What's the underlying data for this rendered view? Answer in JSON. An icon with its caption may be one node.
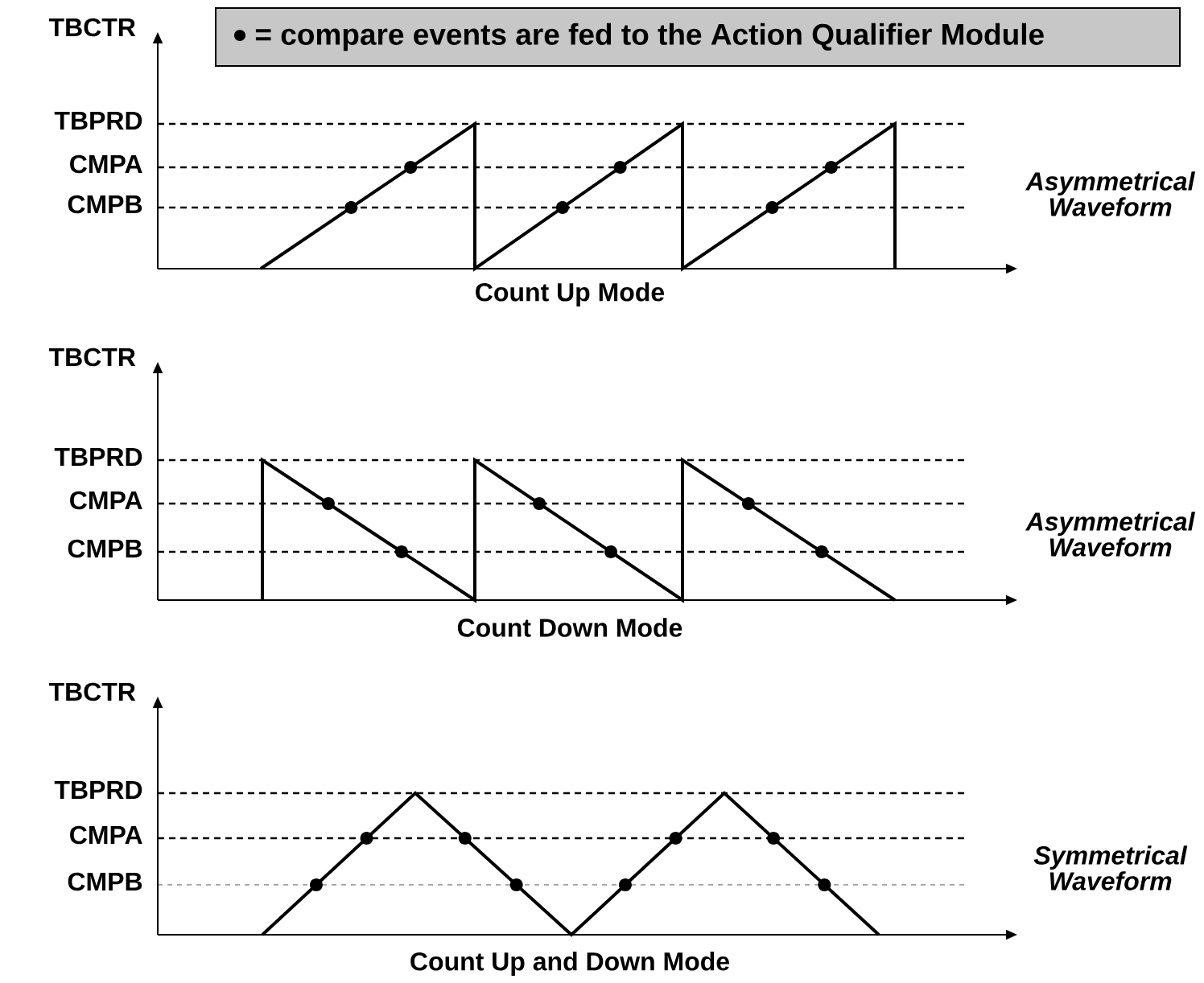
{
  "diagram": {
    "labels": [
      "TBCTR",
      "TBPRD",
      "CMPA",
      "CMPB",
      "Asymmetrical Waveform",
      "Count Up Mode",
      "TBCTR",
      "TBPRD",
      "CMPA",
      "CMPB",
      "Asymmetrical Waveform",
      "Count Down Mode",
      "TBCTR",
      "TBPRD",
      "CMPA",
      "CMPB",
      "Symmetrical Waveform",
      "Count Up and Down Mode"
    ],
    "legend": [
      {
        "text": "= compare events are fed to the Action Qualifier Module"
      }
    ]
  }
}
